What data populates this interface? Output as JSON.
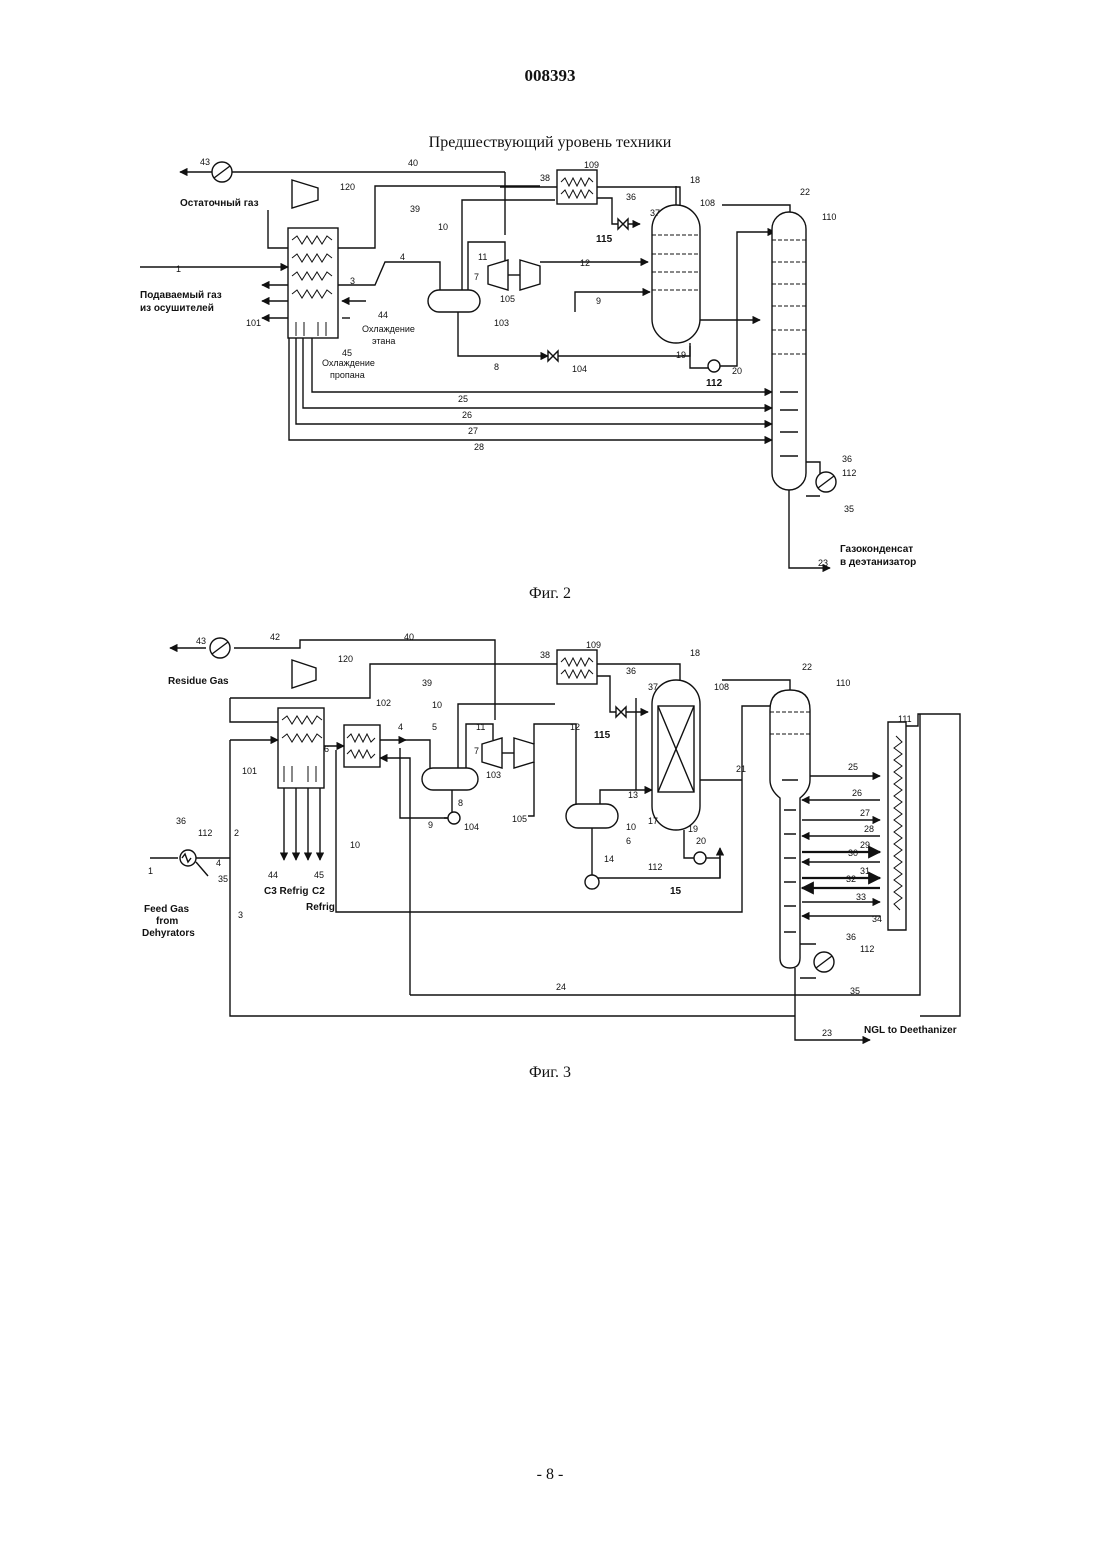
{
  "document_number": "008393",
  "header_caption": "Предшествующий уровень техники",
  "page_number": "- 8 -",
  "fig2": {
    "caption": "Фиг. 2",
    "labels": {
      "residue_gas": "Остаточный газ",
      "feed_gas_line1": "Подаваемый газ",
      "feed_gas_line2": "из осушителей",
      "ethane_cooling_line1": "Охлаждение",
      "ethane_cooling_line2": "этана",
      "propane_cooling_line1": "Охлаждение",
      "propane_cooling_line2": "пропана",
      "ngl_line1": "Газоконденсат",
      "ngl_line2": "в деэтанизатор"
    },
    "streams": {
      "s1": "1",
      "s3": "3",
      "s4": "4",
      "s7": "7",
      "s8": "8",
      "s9": "9",
      "s10": "10",
      "s11": "11",
      "s12": "12",
      "s18": "18",
      "s19": "19",
      "s20": "20",
      "s22": "22",
      "s23": "23",
      "s25": "25",
      "s26": "26",
      "s27": "27",
      "s28": "28",
      "s35": "35",
      "s36": "36",
      "s37": "37",
      "s38": "38",
      "s39": "39",
      "s40": "40",
      "s43": "43",
      "s44": "44",
      "s45": "45"
    },
    "equipment": {
      "e101": "101",
      "e103": "103",
      "e104": "104",
      "e105": "105",
      "e108": "108",
      "e109": "109",
      "e110": "110",
      "e112a": "112",
      "e112b": "112",
      "e115": "115",
      "e120": "120"
    }
  },
  "fig3": {
    "caption": "Фиг. 3",
    "labels": {
      "residue_gas": "Residue Gas",
      "feed_gas_line1": "Feed Gas",
      "feed_gas_line2": "from",
      "feed_gas_line3": "Dehyrators",
      "c3_refrig": "C3 Refrig",
      "c2_refrig_line1": "C2",
      "c2_refrig_line2": "Refrig",
      "ngl": "NGL to Deethanizer"
    },
    "streams": {
      "s1": "1",
      "s2": "2",
      "s3": "3",
      "s4": "4",
      "s4b": "4",
      "s5": "5",
      "s6": "6",
      "s6b": "6",
      "s7": "7",
      "s8": "8",
      "s9": "9",
      "s10": "10",
      "s10b": "10",
      "s10c": "10",
      "s11": "11",
      "s12": "12",
      "s13": "13",
      "s14": "14",
      "s15": "15",
      "s17": "17",
      "s18": "18",
      "s19": "19",
      "s20": "20",
      "s21": "21",
      "s22": "22",
      "s23": "23",
      "s24": "24",
      "s25": "25",
      "s26": "26",
      "s27": "27",
      "s28": "28",
      "s29": "29",
      "s30": "30",
      "s31": "31",
      "s32": "32",
      "s33": "33",
      "s34": "34",
      "s35": "35",
      "s35b": "35",
      "s36": "36",
      "s36b": "36",
      "s36c": "36",
      "s37": "37",
      "s38": "38",
      "s39": "39",
      "s40": "40",
      "s42": "42",
      "s43": "43",
      "s44": "44",
      "s45": "45"
    },
    "equipment": {
      "e101": "101",
      "e102": "102",
      "e103": "103",
      "e104": "104",
      "e105": "105",
      "e108": "108",
      "e109": "109",
      "e110": "110",
      "e111": "111",
      "e112a": "112",
      "e112b": "112",
      "e112c": "112",
      "e115": "115",
      "e120": "120"
    }
  }
}
